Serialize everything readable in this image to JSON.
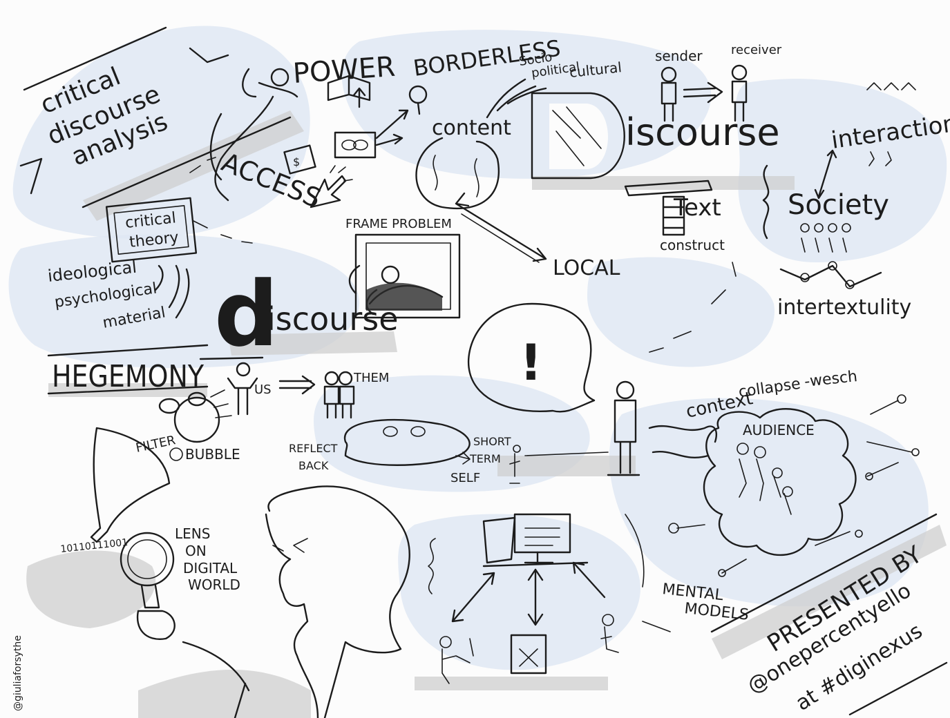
{
  "labels": {
    "cda_line1": "critical",
    "cda_line2": "discourse",
    "cda_line3": "analysis",
    "power": "POWER",
    "borderless": "BORDERLESS",
    "socio": "Socio",
    "political": "political",
    "cultural": "cultural",
    "sender": "sender",
    "receiver": "receiver",
    "access": "ACCESS",
    "content": "content",
    "big_d": "D",
    "big_d_rest": "iscourse",
    "interaction": "interaction",
    "critical_theory_1": "critical",
    "critical_theory_2": "theory",
    "frame_problem": "FRAME PROBLEM",
    "text": "Text",
    "construct": "construct",
    "society": "Society",
    "local": "LOCAL",
    "ideological": "ideological",
    "psychological": "psychological",
    "material": "material",
    "small_d": "d",
    "small_d_rest": "iscourse",
    "intertextuality": "intertextulity",
    "exclaim": "!",
    "hegemony": "HEGEMONY",
    "us": "US",
    "them": "THEM",
    "context_collapse_1": "context",
    "context_collapse_2": "collapse",
    "context_collapse_3": "-wesch",
    "filter": "FILTER",
    "bubble": "BUBBLE",
    "reflect_1": "REFLECT",
    "reflect_2": "BACK",
    "short_1": "SHORT",
    "short_2": "TERM",
    "short_3": "SELF",
    "audience": "AUDIENCE",
    "lens_1": "LENS",
    "lens_2": "ON",
    "lens_3": "DIGITAL",
    "lens_4": "WORLD",
    "binary": "10110111001",
    "mental_1": "MENTAL",
    "mental_2": "MODELS",
    "presented_1": "PRESENTED BY",
    "presented_2": "@onepercentyello",
    "presented_3": "at #diginexus",
    "signature": "@giuliaforsythe"
  },
  "colors": {
    "ink": "#1c1c1c",
    "wash": "#dfe8f3",
    "shadow": "#cfcfcf"
  }
}
